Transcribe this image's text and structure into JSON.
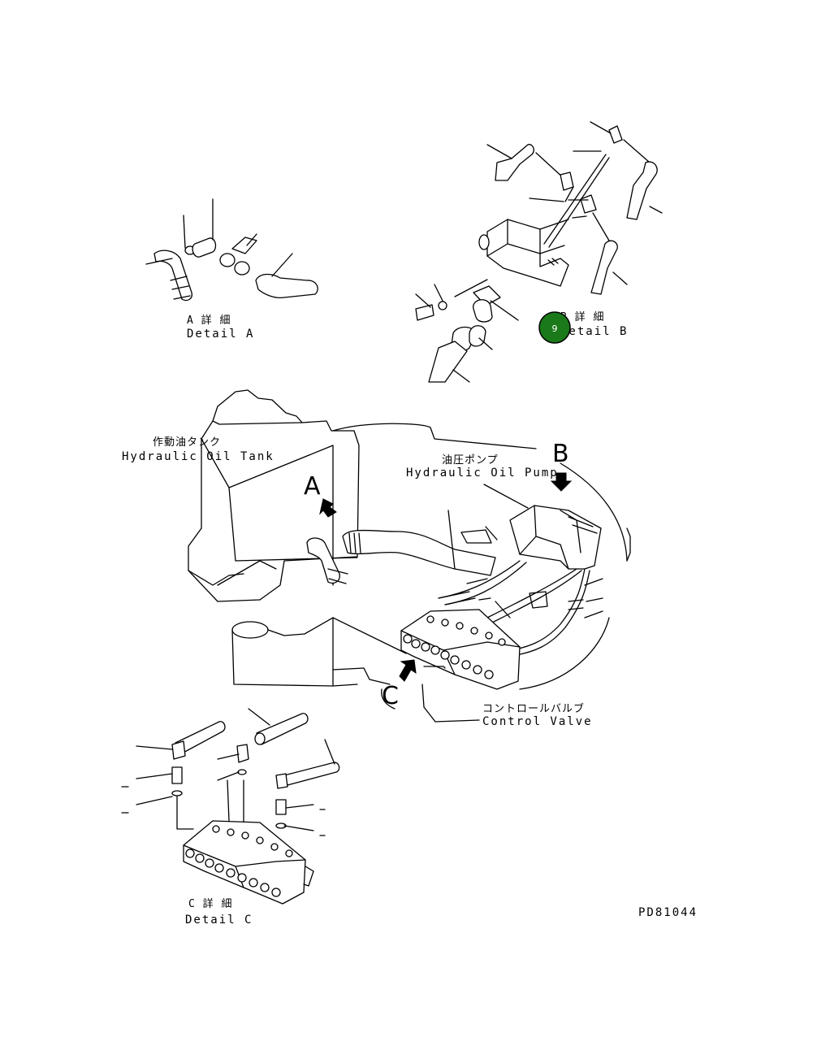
{
  "detail_a": {
    "title_jp": "A 詳 細",
    "title_en": "Detail A"
  },
  "detail_b": {
    "title_jp": "B 詳 細",
    "title_en": "Detail B"
  },
  "detail_c": {
    "title_jp": "C 詳 細",
    "title_en": "Detail C"
  },
  "labels": {
    "tank_jp": "作動油タンク",
    "tank_en": "Hydraulic Oil Tank",
    "pump_jp": "油圧ポンプ",
    "pump_en": "Hydraulic Oil Pump",
    "valve_jp": "コントロールバルブ",
    "valve_en": "Control Valve"
  },
  "view_letters": {
    "a": "A",
    "b": "B",
    "c": "C"
  },
  "callout": {
    "number": "9",
    "color": "#1a7a1a"
  },
  "drawing_number": "PD81044"
}
